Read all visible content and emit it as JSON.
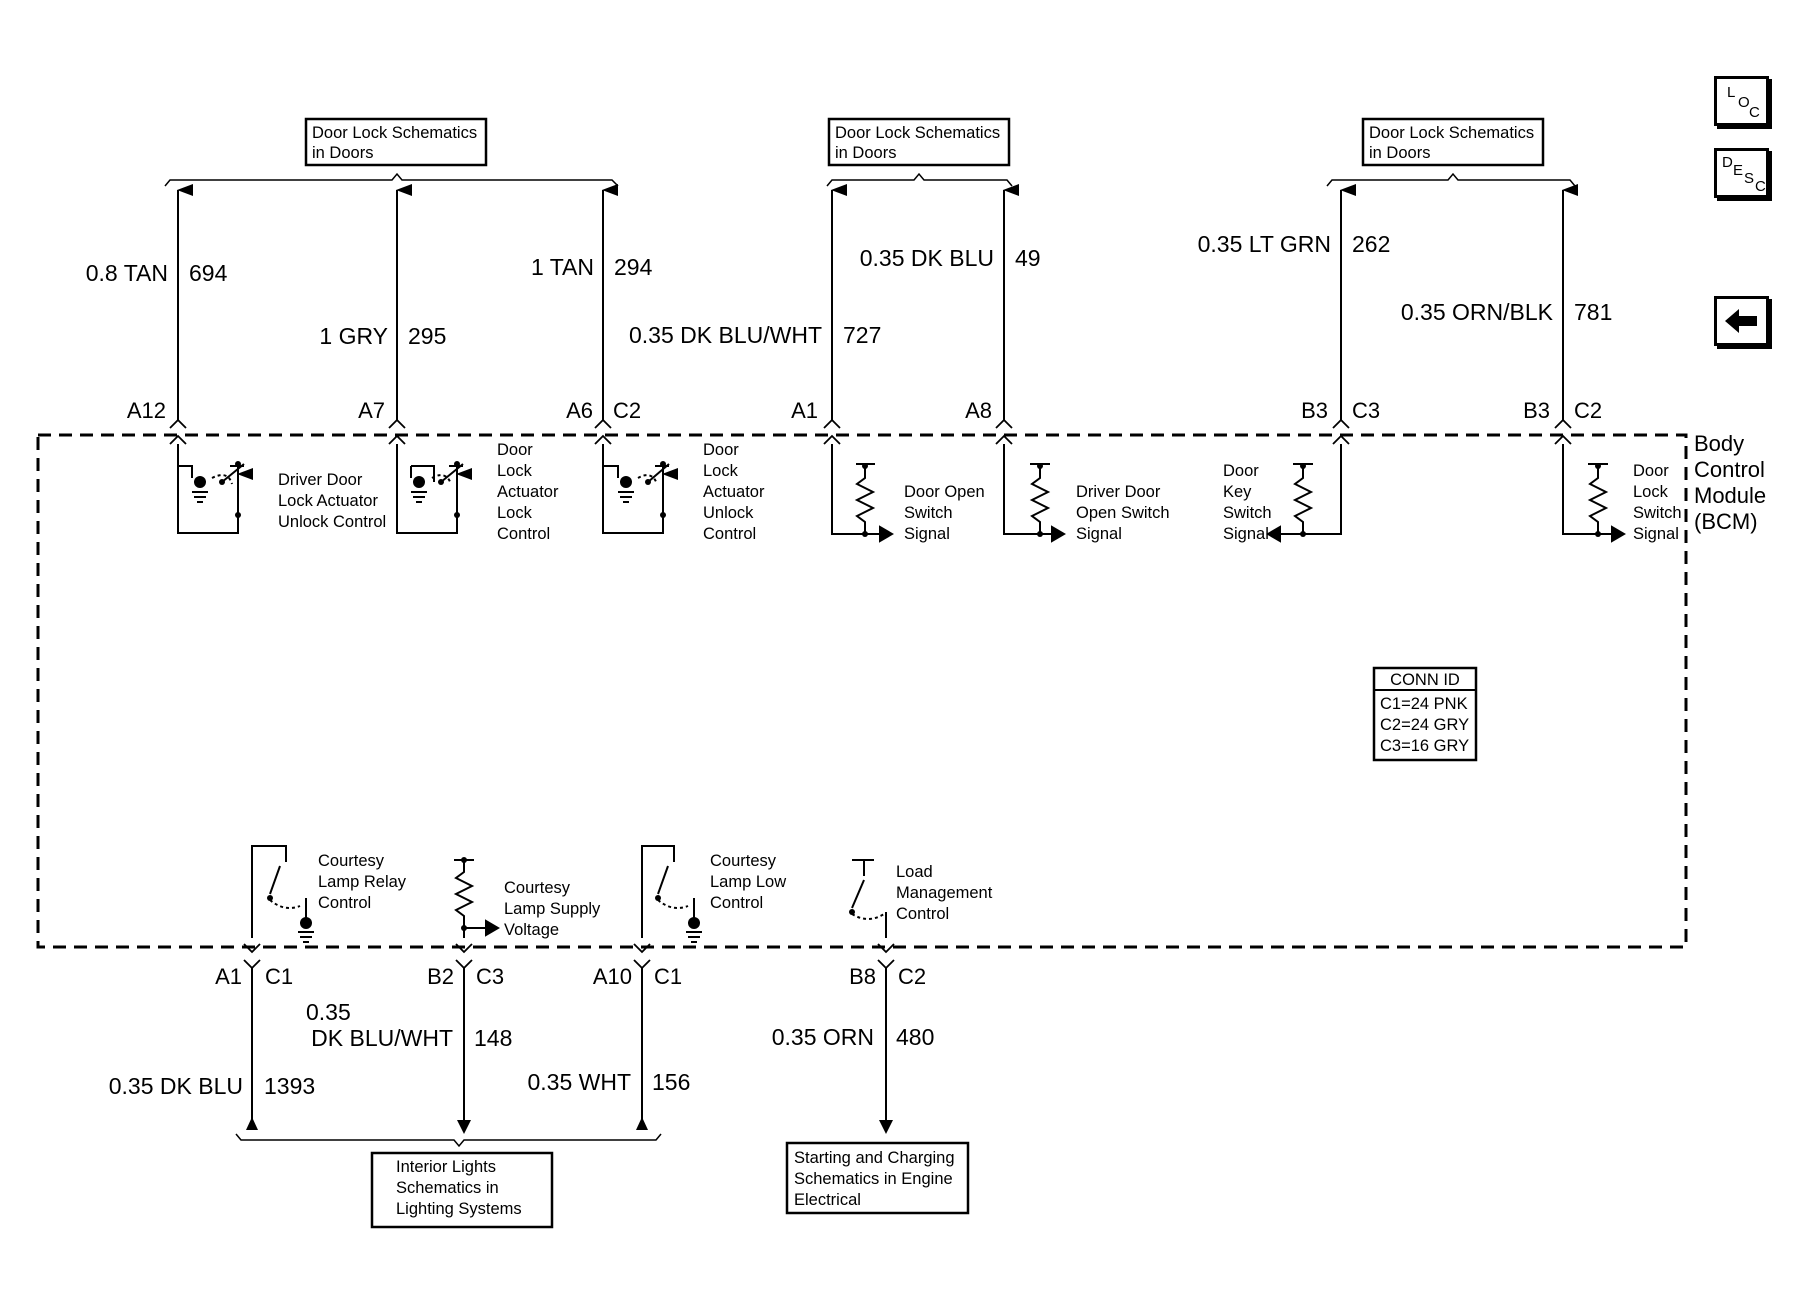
{
  "ref_boxes": {
    "door_lock_1": [
      "Door Lock Schematics",
      "in Doors"
    ],
    "door_lock_2": [
      "Door Lock Schematics",
      "in Doors"
    ],
    "door_lock_3": [
      "Door Lock Schematics",
      "in Doors"
    ],
    "interior_lights": [
      "Interior Lights",
      "Schematics in",
      "Lighting Systems"
    ],
    "starting_charging": [
      "Starting and Charging",
      "Schematics in Engine",
      "Electrical"
    ]
  },
  "top_wires": [
    {
      "pin": "A12",
      "connector": "",
      "gauge_color": "0.8 TAN",
      "circuit": "694"
    },
    {
      "pin": "A7",
      "connector": "",
      "gauge_color": "1 GRY",
      "circuit": "295"
    },
    {
      "pin": "A6",
      "connector": "C2",
      "gauge_color": "1 TAN",
      "circuit": "294"
    },
    {
      "pin": "A1",
      "connector": "",
      "gauge_color": "0.35 DK BLU/WHT",
      "circuit": "727"
    },
    {
      "pin": "A8",
      "connector": "",
      "gauge_color": "0.35 DK BLU",
      "circuit": "49"
    },
    {
      "pin": "B3",
      "connector": "C3",
      "gauge_color": "0.35 LT GRN",
      "circuit": "262"
    },
    {
      "pin": "B3",
      "connector": "C2",
      "gauge_color": "0.35 ORN/BLK",
      "circuit": "781"
    }
  ],
  "bottom_wires": [
    {
      "pin": "A1",
      "connector": "C1",
      "gauge_color": "0.35 DK BLU",
      "circuit": "1393"
    },
    {
      "pin": "B2",
      "connector": "C3",
      "gauge_color_1": "0.35",
      "gauge_color_2": "DK BLU/WHT",
      "circuit": "148"
    },
    {
      "pin": "A10",
      "connector": "C1",
      "gauge_color": "0.35 WHT",
      "circuit": "156"
    },
    {
      "pin": "B8",
      "connector": "C2",
      "gauge_color": "0.35 ORN",
      "circuit": "480"
    }
  ],
  "internal_labels": {
    "driver_door_lock_unlock": [
      "Driver Door",
      "Lock Actuator",
      "Unlock Control"
    ],
    "door_lock_actuator_lock": [
      "Door",
      "Lock",
      "Actuator",
      "Lock",
      "Control"
    ],
    "door_lock_actuator_unlock": [
      "Door",
      "Lock",
      "Actuator",
      "Unlock",
      "Control"
    ],
    "door_open_switch": [
      "Door Open",
      "Switch",
      "Signal"
    ],
    "driver_door_open_switch": [
      "Driver Door",
      "Open Switch",
      "Signal"
    ],
    "door_key_switch": [
      "Door",
      "Key",
      "Switch",
      "Signal"
    ],
    "door_lock_switch": [
      "Door",
      "Lock",
      "Switch",
      "Signal"
    ],
    "courtesy_lamp_relay": [
      "Courtesy",
      "Lamp Relay",
      "Control"
    ],
    "courtesy_lamp_supply": [
      "Courtesy",
      "Lamp Supply",
      "Voltage"
    ],
    "courtesy_lamp_low": [
      "Courtesy",
      "Lamp Low",
      "Control"
    ],
    "load_management": [
      "Load",
      "Management",
      "Control"
    ]
  },
  "module_name": [
    "Body",
    "Control",
    "Module",
    "(BCM)"
  ],
  "conn_id": {
    "title": "CONN ID",
    "lines": [
      "C1=24 PNK",
      "C2=24 GRY",
      "C3=16 GRY"
    ]
  },
  "nav": {
    "loc": [
      "L",
      "O",
      "C"
    ],
    "desc": [
      "D",
      "E",
      "S",
      "C"
    ],
    "back_icon": "left-arrow-icon"
  }
}
